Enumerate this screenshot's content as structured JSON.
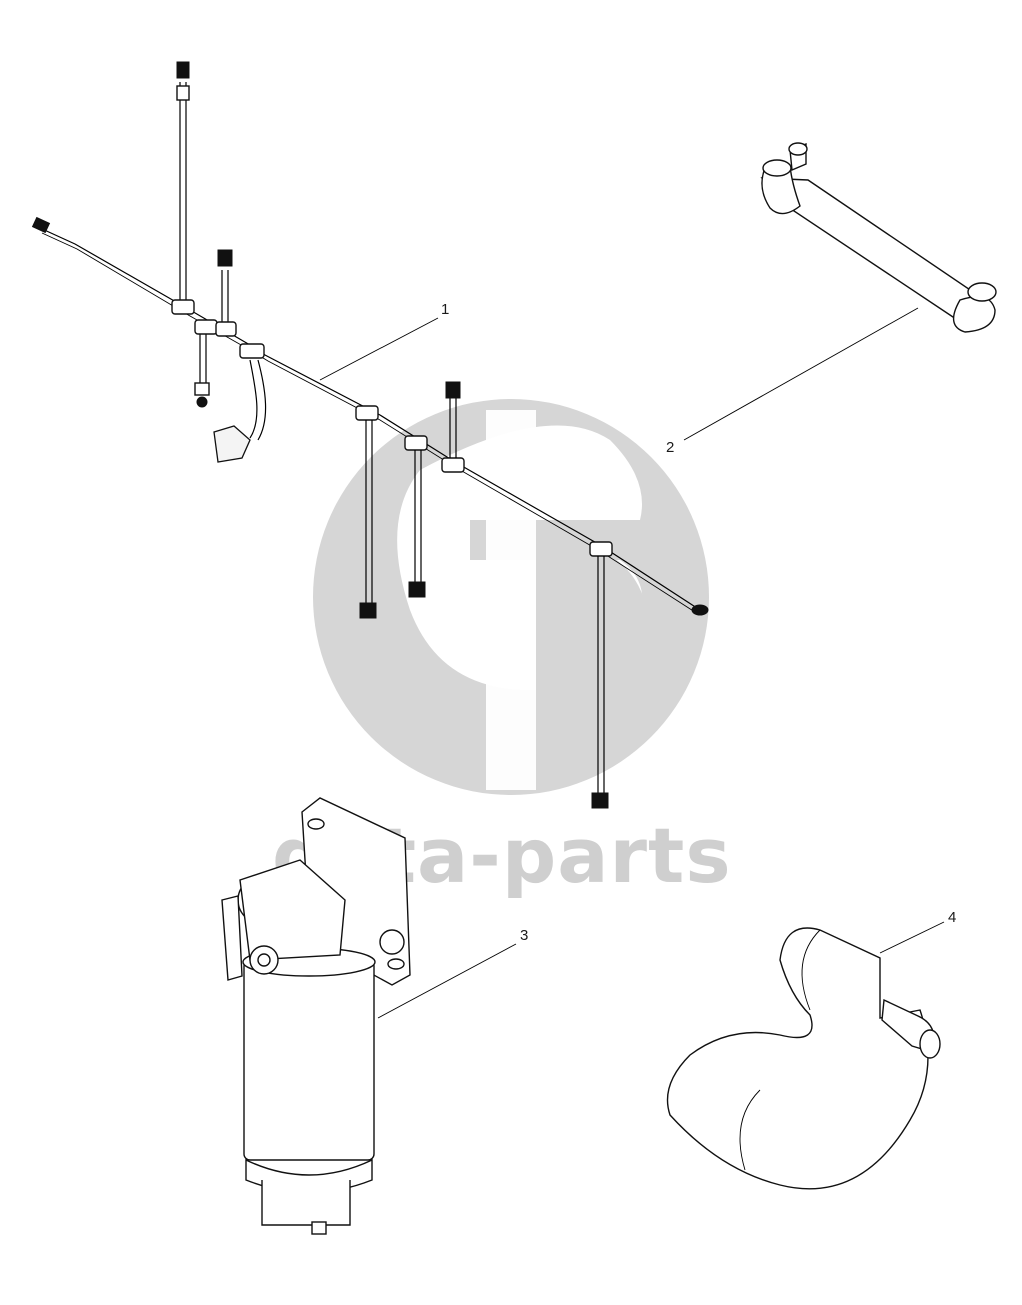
{
  "watermark": {
    "text": "data-parts",
    "color": "#cfcfcf"
  },
  "callouts": [
    "1",
    "2",
    "3",
    "4"
  ],
  "colors": {
    "line": "#000000",
    "background": "#ffffff"
  }
}
